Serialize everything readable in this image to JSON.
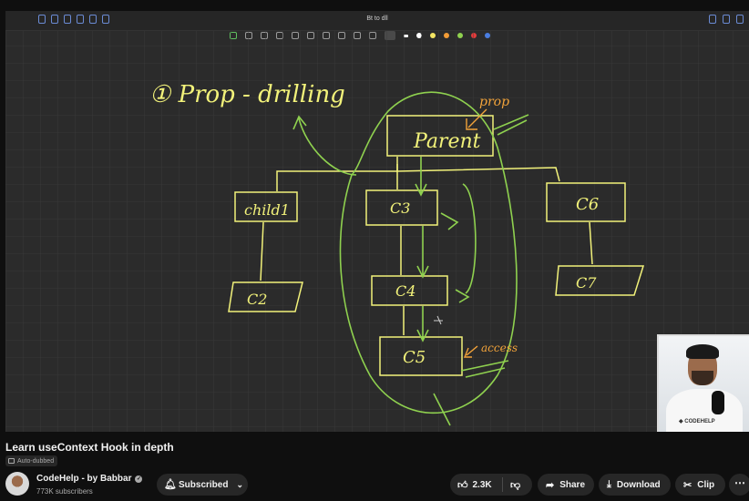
{
  "board": {
    "title": "Bt to dll",
    "colors": {
      "background": "#2b2b2b",
      "ink_yellow": "#f2f27a",
      "ink_green": "#8fd14f",
      "ink_orange": "#f2a33a"
    },
    "swatches": [
      "#000000",
      "#ffffff",
      "#f5e663",
      "#f39c36",
      "#8fd14f",
      "#e23b3b"
    ],
    "sketch": {
      "heading": "① Prop - drilling",
      "parent": "Parent",
      "child1": "child1",
      "c2": "C2",
      "c3": "C3",
      "c4": "C4",
      "c5": "C5",
      "c6": "C6",
      "c7": "C7",
      "prop_note": "prop",
      "access_note": "access"
    }
  },
  "video": {
    "title": "Learn useContext Hook in depth",
    "badge": "Auto-dubbed"
  },
  "channel": {
    "name": "CodeHelp - by Babbar",
    "subscribers": "773K subscribers",
    "subscribed_label": "Subscribed"
  },
  "actions": {
    "likes": "2.3K",
    "share": "Share",
    "download": "Download",
    "clip": "Clip",
    "more": "⋯"
  },
  "icons": {
    "bell": "bell-icon",
    "like": "thumbs-up-icon",
    "dislike": "thumbs-down-icon",
    "share": "share-arrow-icon",
    "download": "download-icon",
    "clip": "scissors-icon",
    "verified": "verified-check-icon"
  }
}
